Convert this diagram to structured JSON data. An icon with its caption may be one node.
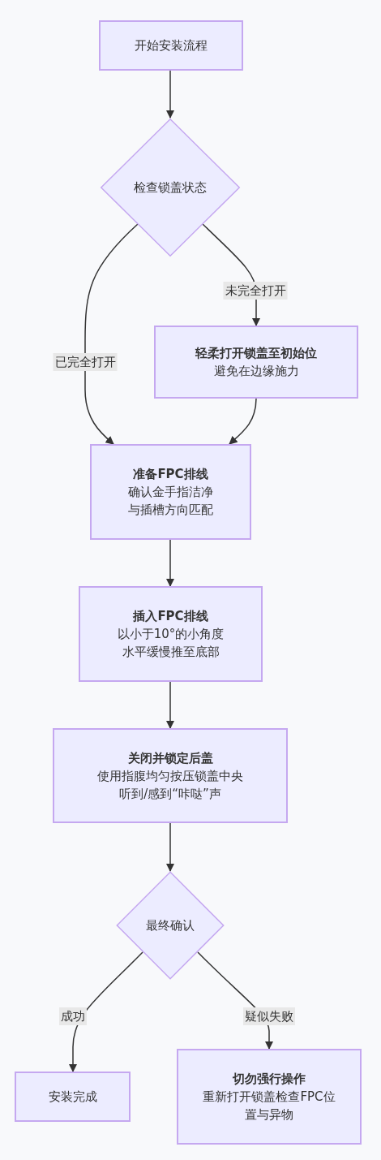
{
  "diagram": {
    "nodes": [
      {
        "text": [
          "开始安装流程"
        ]
      },
      {
        "text": [
          "检查锁盖状态"
        ]
      },
      {
        "text": [
          "轻柔打开锁盖至初始位",
          "避免在边缘施力"
        ]
      },
      {
        "text": [
          "准备FPC排线",
          "确认金手指洁净与插槽方向匹配"
        ]
      },
      {
        "text": [
          "插入FPC排线",
          "以小于10°的小角度水平缓慢推至底部"
        ]
      },
      {
        "text": [
          "关闭并锁定后盖",
          "使用指腹均匀按压锁盖中央听到/感到“咔哒”声"
        ]
      },
      {
        "text": [
          "最终确认"
        ]
      },
      {
        "text": [
          "安装完成"
        ]
      },
      {
        "text": [
          "切勿强行操作",
          "重新打开锁盖检查FPC位置与异物"
        ]
      }
    ],
    "edges": [
      {
        "from": 0,
        "to": 1,
        "arrow": "to"
      },
      {
        "from": 1,
        "to": 3,
        "arrow": "to",
        "label": "已完全打开"
      },
      {
        "from": 1,
        "to": 2,
        "arrow": "to",
        "label": "未完全打开"
      },
      {
        "from": 2,
        "to": 3,
        "arrow": "to"
      },
      {
        "from": 3,
        "to": 4,
        "arrow": "to"
      },
      {
        "from": 4,
        "to": 5,
        "arrow": "to"
      },
      {
        "from": 5,
        "to": 6,
        "arrow": "to"
      },
      {
        "from": 6,
        "to": 7,
        "arrow": "to",
        "label": "成功"
      },
      {
        "from": 6,
        "to": 8,
        "arrow": "to",
        "label": "疑似失败"
      }
    ]
  }
}
